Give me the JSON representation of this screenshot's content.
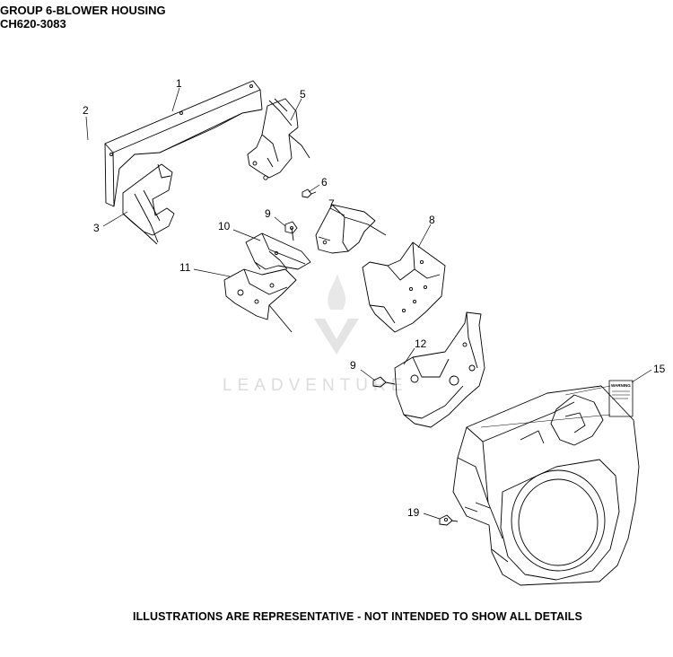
{
  "header": {
    "group_title": "GROUP 6-BLOWER HOUSING",
    "model_code": "CH620-3083"
  },
  "callouts": [
    "1",
    "2",
    "3",
    "5",
    "6",
    "7",
    "8",
    "9",
    "10",
    "11",
    "9",
    "12",
    "15",
    "19"
  ],
  "watermark": "LEADVENTURE",
  "label_15": "WARNING",
  "footer": {
    "disclaimer": "ILLUSTRATIONS ARE REPRESENTATIVE - NOT INTENDED TO SHOW ALL DETAILS"
  },
  "colors": {
    "line": "#000000",
    "watermark": "#dcdcdc"
  }
}
